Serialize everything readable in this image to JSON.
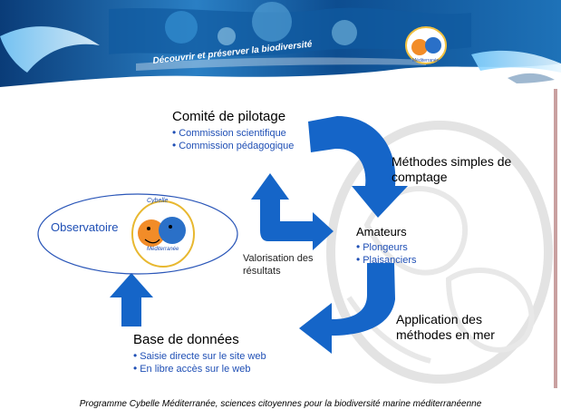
{
  "banner": {
    "tagline": "Découvrir et préserver la biodiversité",
    "logo_label": "Méditerranée"
  },
  "comite": {
    "title": "Comité de pilotage",
    "items": [
      "Commission scientifique",
      "Commission pédagogique"
    ]
  },
  "methodes": {
    "text": "Méthodes simples de comptage"
  },
  "observatoire": {
    "label": "Observatoire",
    "logo_top": "Cybelle",
    "logo_bottom": "Méditerranée"
  },
  "amateurs": {
    "title": "Amateurs",
    "items": [
      "Plongeurs",
      "Plaisanciers"
    ]
  },
  "valorisation": {
    "text": "Valorisation des résultats"
  },
  "application": {
    "text": "Application des méthodes en mer"
  },
  "base": {
    "title": "Base de données",
    "items": [
      "Saisie directe sur le site web",
      "En libre accès sur le web"
    ]
  },
  "footer": {
    "text": "Programme Cybelle Méditerranée, sciences citoyennes pour la biodiversité marine méditerranéenne"
  },
  "colors": {
    "arrow": "#1565c8",
    "text_blue": "#1f4fb5",
    "ellipse": "#2a56b8"
  }
}
